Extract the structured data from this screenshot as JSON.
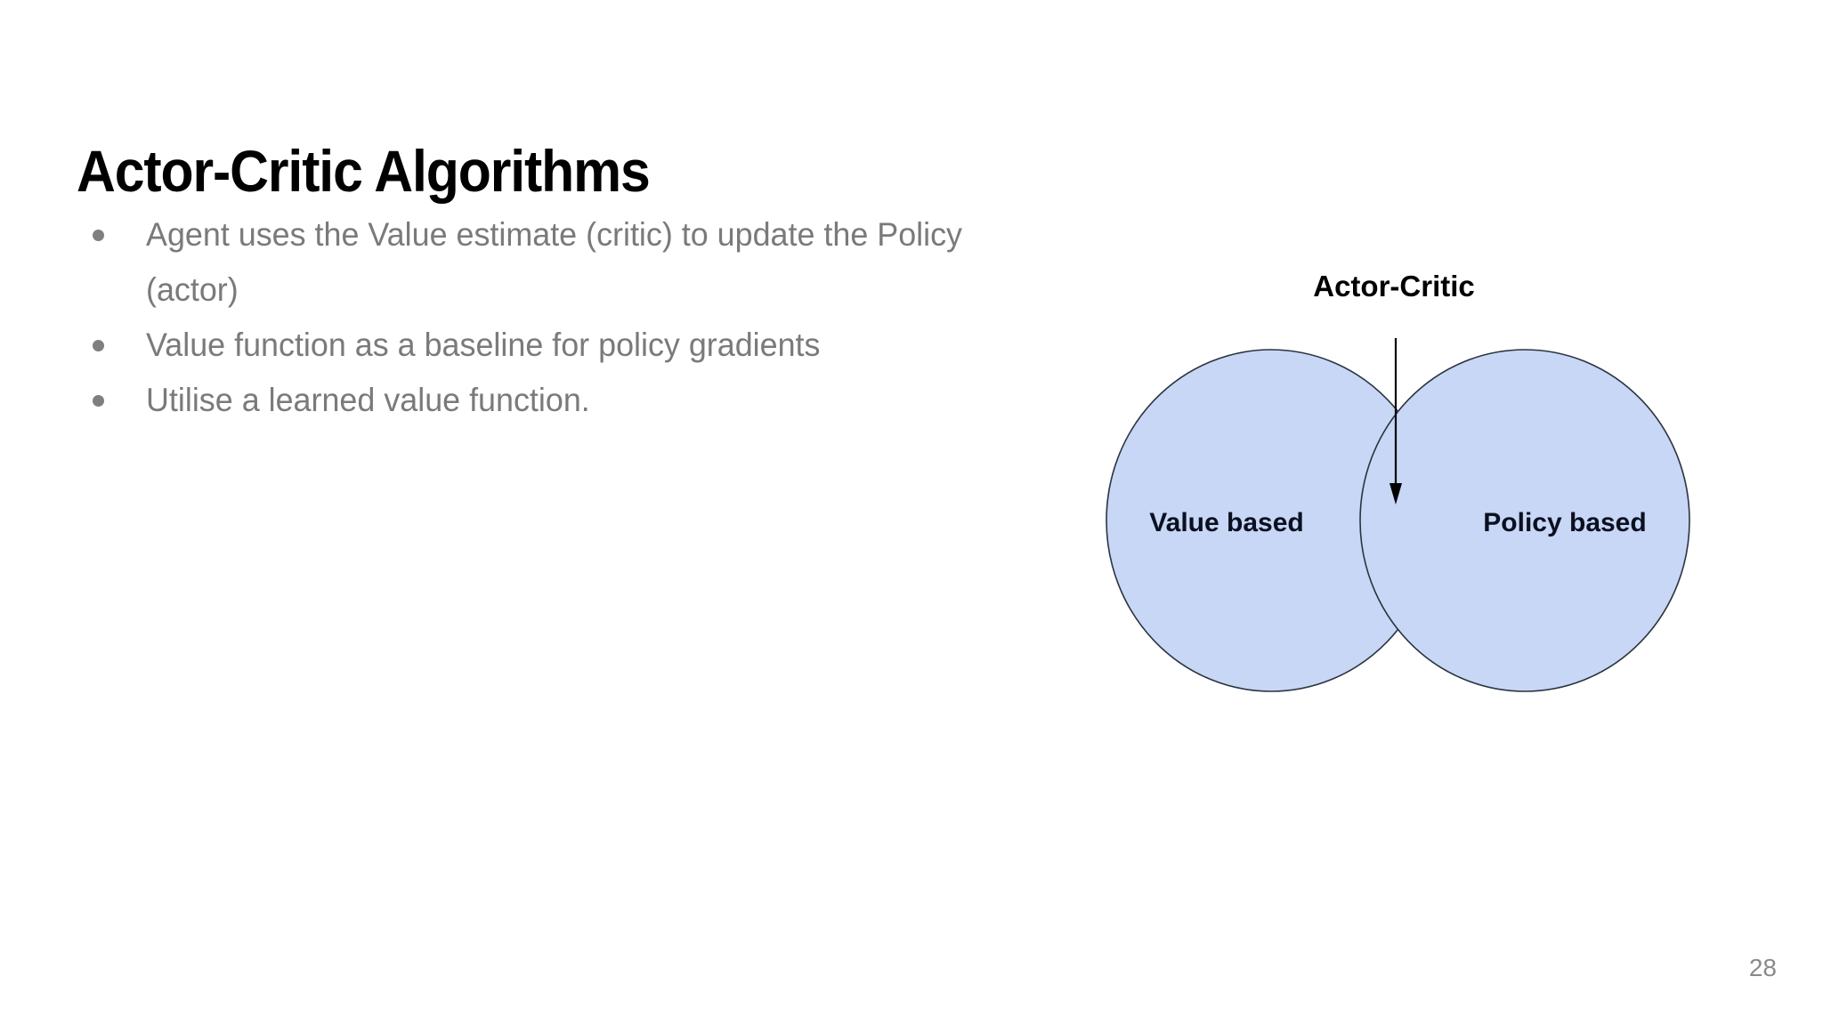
{
  "slide": {
    "title": "Actor-Critic Algorithms",
    "page_number": "28",
    "background_color": "#ffffff",
    "title_color": "#000000",
    "body_text_color": "#7a7a7a"
  },
  "bullets": [
    {
      "text": "Agent uses the Value estimate (critic) to update the Policy (actor)"
    },
    {
      "text": "Value function as a baseline for policy gradients"
    },
    {
      "text": "Utilise a learned value function."
    }
  ],
  "diagram": {
    "type": "venn",
    "caption": "Actor-Critic",
    "left_circle_label": "Value based",
    "right_circle_label": "Policy based",
    "fill_color": "#c7d7f5",
    "stroke_color": "#2b3440",
    "arrow_color": "#000000",
    "arrow_target": "intersection"
  }
}
